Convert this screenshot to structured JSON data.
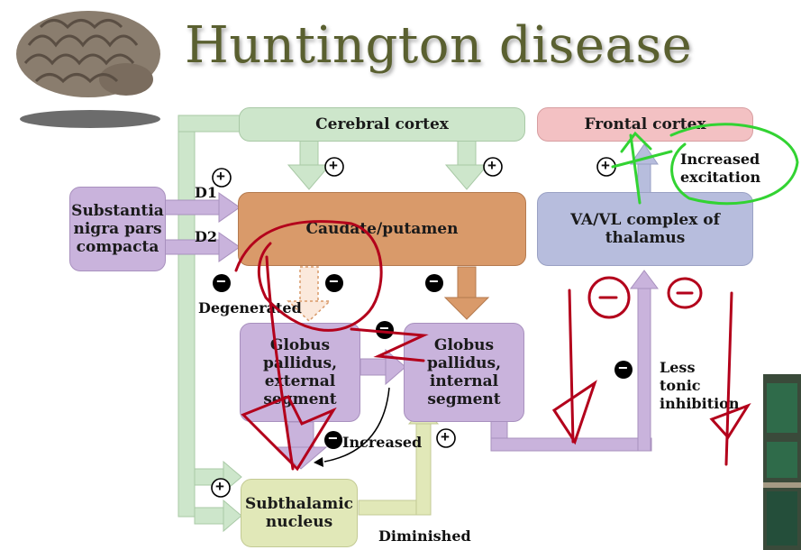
{
  "title": "Huntington disease",
  "nodes": {
    "cerebral_cortex": "Cerebral cortex",
    "frontal_cortex": "Frontal cortex",
    "substantia_nigra": "Substantia nigra pars compacta",
    "caudate_putamen": "Caudate/putamen",
    "va_vl": "VA/VL complex of thalamus",
    "gp_external": "Globus pallidus, external segment",
    "gp_internal": "Globus pallidus, internal segment",
    "subthalamic": "Subthalamic nucleus"
  },
  "labels": {
    "d1": "D1",
    "d2": "D2",
    "degenerated": "Degenerated",
    "increased": "Increased",
    "diminished": "Diminished",
    "less_tonic": "Less tonic inhibition",
    "increased_excitation": "Increased excitation"
  },
  "signs": {
    "plus": "+",
    "minus": "−"
  },
  "colors": {
    "green_box": "#cde6cb",
    "red_box": "#f3c1c3",
    "purple_box": "#c9b3dc",
    "orange_box": "#d99a6a",
    "blue_box": "#b7bddd",
    "yellow_box": "#e1e8b8",
    "ink_red": "#b3001b",
    "ink_green": "#32d332"
  }
}
